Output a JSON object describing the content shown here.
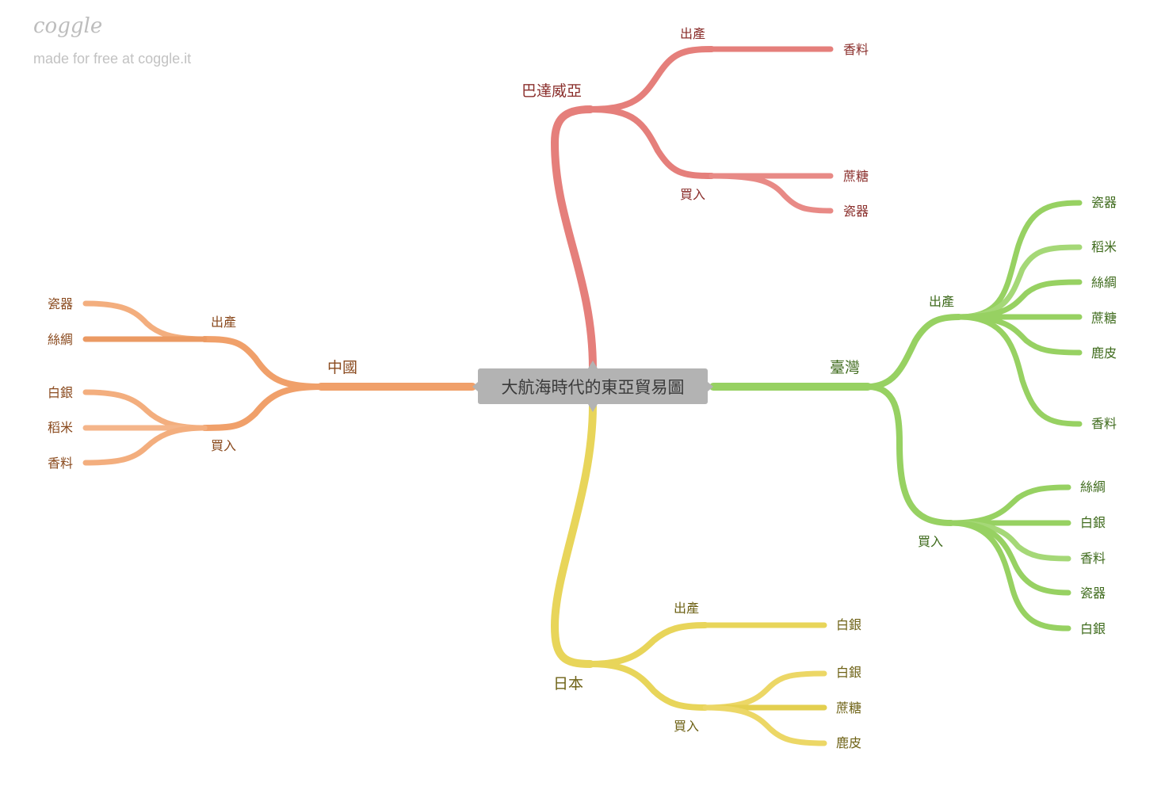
{
  "watermark": {
    "logo": "coggle",
    "text": "made for free at coggle.it"
  },
  "colors": {
    "red": "#e57f7b",
    "orange": "#f0a06a",
    "green": "#97d162",
    "yellow": "#e8d55a",
    "center_bg": "#b3b3b3"
  },
  "center": {
    "label": "大航海時代的東亞貿易圖"
  },
  "branches": {
    "batavia": {
      "label": "巴達威亞",
      "produce": {
        "label": "出產",
        "items": [
          "香料"
        ]
      },
      "buy": {
        "label": "買入",
        "items": [
          "蔗糖",
          "瓷器"
        ]
      }
    },
    "china": {
      "label": "中國",
      "produce": {
        "label": "出產",
        "items": [
          "瓷器",
          "絲綢"
        ]
      },
      "buy": {
        "label": "買入",
        "items": [
          "白銀",
          "稻米",
          "香料"
        ]
      }
    },
    "taiwan": {
      "label": "臺灣",
      "produce": {
        "label": "出產",
        "items": [
          "瓷器",
          "稻米",
          "絲綢",
          "蔗糖",
          "鹿皮",
          "香料"
        ]
      },
      "buy": {
        "label": "買入",
        "items": [
          "絲綢",
          "白銀",
          "香料",
          "瓷器",
          "白銀"
        ]
      }
    },
    "japan": {
      "label": "日本",
      "produce": {
        "label": "出產",
        "items": [
          "白銀"
        ]
      },
      "buy": {
        "label": "買入",
        "items": [
          "白銀",
          "蔗糖",
          "鹿皮"
        ]
      }
    }
  }
}
